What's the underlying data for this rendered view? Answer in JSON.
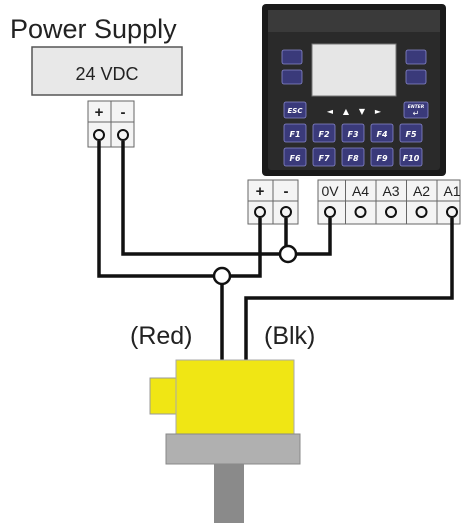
{
  "power_supply": {
    "title": "Power Supply",
    "voltage": "24 VDC",
    "plus_label": "+",
    "minus_label": "-"
  },
  "plc": {
    "esc_label": "ESC",
    "enter_label": "ENTER",
    "fkeys_row1": [
      "F1",
      "F2",
      "F3",
      "F4",
      "F5"
    ],
    "fkeys_row2": [
      "F6",
      "F7",
      "F8",
      "F9",
      "F10"
    ],
    "nav_arrows": [
      "◄",
      "▲",
      "▼",
      "►"
    ],
    "screen_color": "#e6e6e6",
    "body_color": "#1a1a1a",
    "key_color": "#3a3a7a"
  },
  "plc_power_terminal": {
    "plus_label": "+",
    "minus_label": "-"
  },
  "analog_terminal": {
    "labels": [
      "0V",
      "A4",
      "A3",
      "A2",
      "A1"
    ]
  },
  "sensor": {
    "red_wire_label": "(Red)",
    "black_wire_label": "(Blk)",
    "body_color": "#f0e614",
    "base_color": "#b0b0b0"
  },
  "wire_color": "#111111"
}
